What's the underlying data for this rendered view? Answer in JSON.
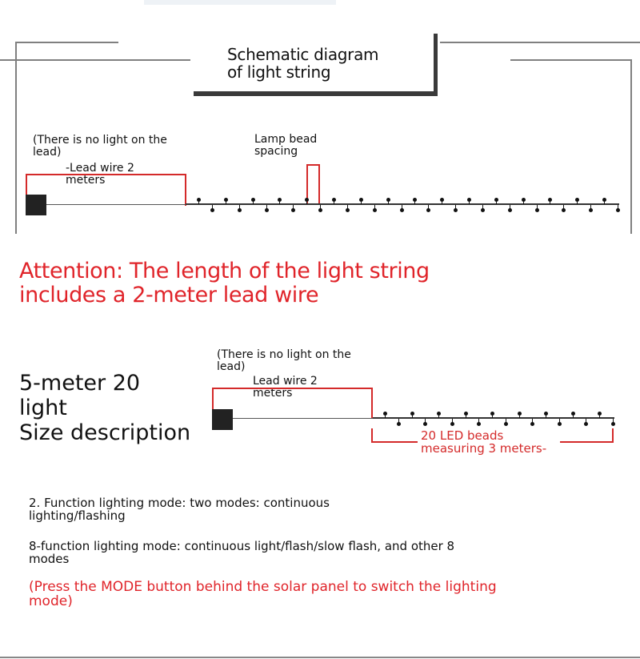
{
  "header": {
    "title": "Schematic diagram\nof light string"
  },
  "diagram1": {
    "no_light_note": "(There is no light on the\nlead)",
    "lead_wire_label": "-Lead wire 2\nmeters",
    "spacing_label": "Lamp bead\nspacing",
    "bead_count_visible": 32
  },
  "attention": {
    "text": "Attention: The length of the light string\nincludes a 2-meter lead wire",
    "color": "#e0242a"
  },
  "diagram2": {
    "size_title": "5-meter 20\nlight\nSize description",
    "no_light_note": "(There is no light on the\nlead)",
    "lead_wire_label": "Lead wire 2\nmeters",
    "beads_label": "20 LED beads\nmeasuring 3 meters-",
    "bead_count_visible": 18
  },
  "modes": {
    "two_function": "2. Function lighting mode: two modes: continuous\nlighting/flashing",
    "eight_function": "8-function lighting mode: continuous light/flash/slow flash, and other 8\nmodes",
    "note": "(Press the MODE button behind the solar panel to switch the lighting\nmode)"
  },
  "colors": {
    "accent_red": "#e0242a",
    "line_gray": "#808080",
    "text": "#111111"
  }
}
